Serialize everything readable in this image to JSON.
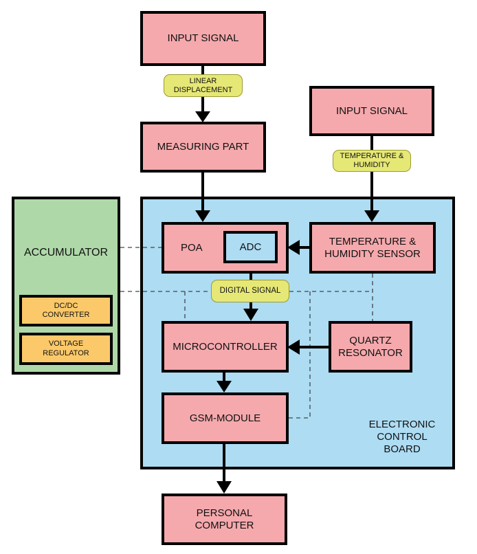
{
  "diagram": {
    "blocks": {
      "input_signal_1": "INPUT SIGNAL",
      "measuring_part": "MEASURING PART",
      "input_signal_2": "INPUT SIGNAL",
      "poa": "POA",
      "adc": "ADC",
      "temp_humidity_sensor": "TEMPERATURE &\nHUMIDITY SENSOR",
      "microcontroller": "MICROCONTROLLER",
      "quartz_resonator": "QUARTZ\nRESONATOR",
      "gsm_module": "GSM-MODULE",
      "personal_computer": "PERSONAL\nCOMPUTER",
      "accumulator": "ACCUMULATOR",
      "dcdc_converter": "DC/DC\nCONVERTER",
      "voltage_regulator": "VOLTAGE\nREGULATOR",
      "electronic_control_board": "ELECTRONIC\nCONTROL\nBOARD"
    },
    "signals": {
      "linear_displacement": "LINEAR\nDISPLACEMENT",
      "temperature_humidity": "TEMPERATURE &\nHUMIDITY",
      "digital_signal": "DIGITAL SIGNAL"
    },
    "colors": {
      "block_fill": "#f5a9ad",
      "board_fill": "#addcf3",
      "accumulator_fill": "#afd8a9",
      "power_module_fill": "#fbc96a",
      "signal_label_fill": "#e6e876"
    }
  }
}
